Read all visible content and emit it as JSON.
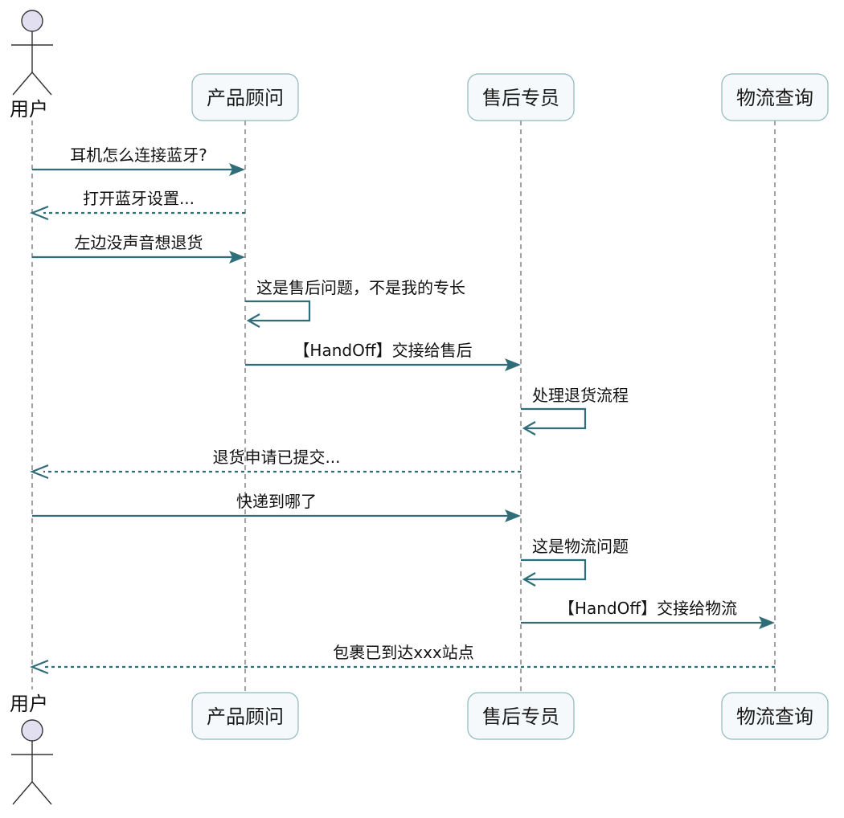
{
  "participants": [
    {
      "id": "user",
      "label": "用户",
      "kind": "actor"
    },
    {
      "id": "advisor",
      "label": "产品顾问",
      "kind": "box"
    },
    {
      "id": "aftersales",
      "label": "售后专员",
      "kind": "box"
    },
    {
      "id": "logistics",
      "label": "物流查询",
      "kind": "box"
    }
  ],
  "messages": [
    {
      "from": "user",
      "to": "advisor",
      "label": "耳机怎么连接蓝牙?",
      "style": "solid"
    },
    {
      "from": "advisor",
      "to": "user",
      "label": "打开蓝牙设置...",
      "style": "dashed"
    },
    {
      "from": "user",
      "to": "advisor",
      "label": "左边没声音想退货",
      "style": "solid"
    },
    {
      "from": "advisor",
      "to": "advisor",
      "label": "这是售后问题，不是我的专长",
      "style": "self"
    },
    {
      "from": "advisor",
      "to": "aftersales",
      "label": "【HandOff】交接给售后",
      "style": "solid"
    },
    {
      "from": "aftersales",
      "to": "aftersales",
      "label": "处理退货流程",
      "style": "self"
    },
    {
      "from": "aftersales",
      "to": "user",
      "label": "退货申请已提交...",
      "style": "dashed"
    },
    {
      "from": "user",
      "to": "aftersales",
      "label": "快递到哪了",
      "style": "solid"
    },
    {
      "from": "aftersales",
      "to": "aftersales",
      "label": "这是物流问题",
      "style": "self"
    },
    {
      "from": "aftersales",
      "to": "logistics",
      "label": "【HandOff】交接给物流",
      "style": "solid"
    },
    {
      "from": "logistics",
      "to": "user",
      "label": "包裹已到达xxx站点",
      "style": "dashed"
    }
  ],
  "colors": {
    "arrow": "#2f6e78",
    "box_fill": "#f5f9fb",
    "box_border": "#8fb7bf",
    "actor_fill": "#e2e0f0"
  }
}
